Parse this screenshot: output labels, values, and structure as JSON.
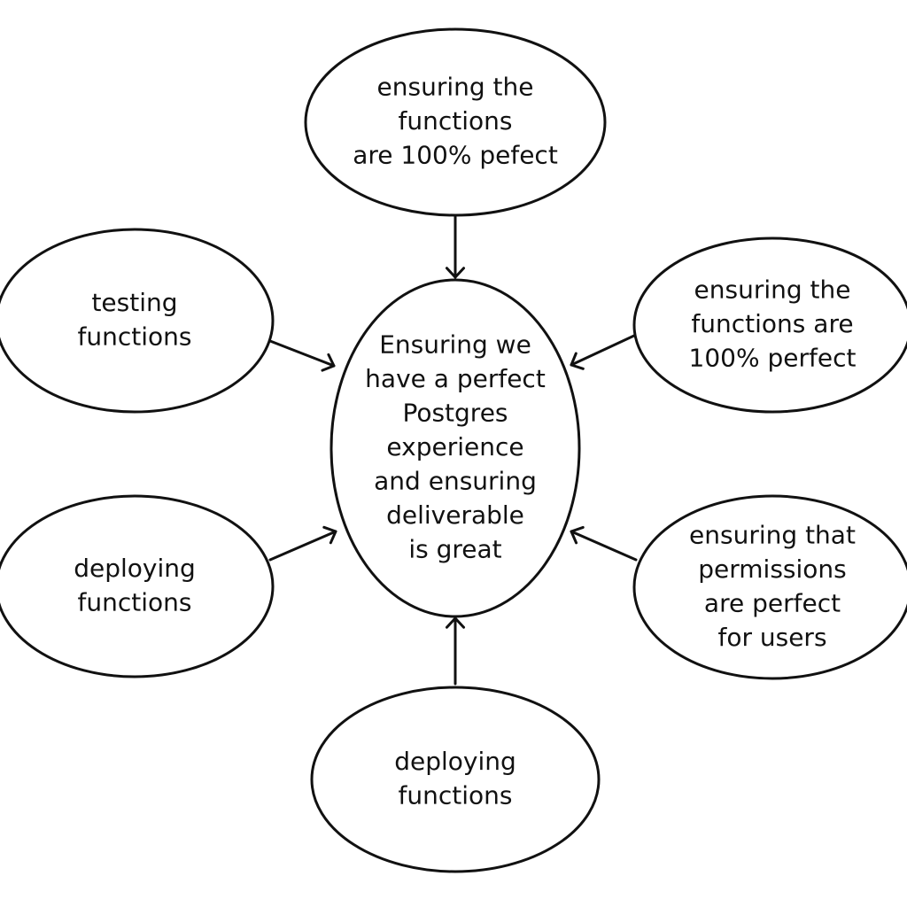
{
  "diagram": {
    "center": {
      "lines": [
        "Ensuring we",
        "have a perfect",
        "Postgres",
        "experience",
        "and ensuring",
        "deliverable",
        "is great"
      ]
    },
    "nodes": [
      {
        "id": "top",
        "lines": [
          "ensuring the",
          "functions",
          "are 100% pefect"
        ]
      },
      {
        "id": "left-upper",
        "lines": [
          "testing",
          "functions"
        ]
      },
      {
        "id": "right-upper",
        "lines": [
          "ensuring the",
          "functions are",
          "100% perfect"
        ]
      },
      {
        "id": "left-lower",
        "lines": [
          "deploying",
          "functions"
        ]
      },
      {
        "id": "right-lower",
        "lines": [
          "ensuring that",
          "permissions",
          "are perfect",
          "for users"
        ]
      },
      {
        "id": "bottom",
        "lines": [
          "deploying",
          "functions"
        ]
      }
    ],
    "colors": {
      "stroke": "#111111",
      "fill": "#ffffff",
      "text": "#111111"
    }
  }
}
